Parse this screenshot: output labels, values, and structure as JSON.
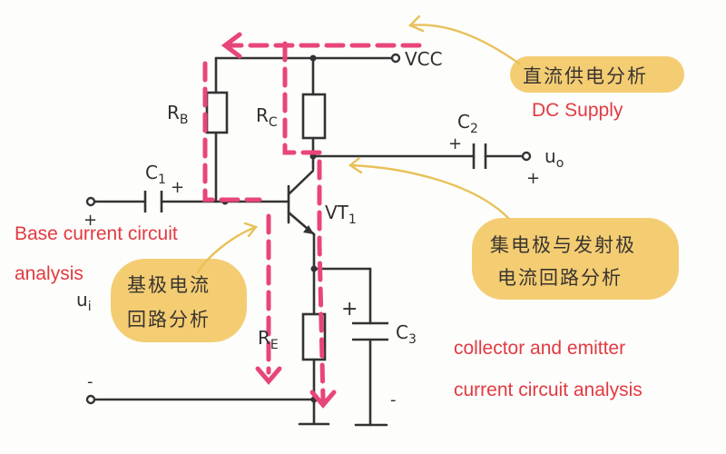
{
  "diagram": {
    "components": {
      "vcc": "VCC",
      "rb": "R",
      "rb_sub": "B",
      "rc": "R",
      "rc_sub": "C",
      "re": "R",
      "re_sub": "E",
      "c1": "C",
      "c1_sub": "1",
      "c2": "C",
      "c2_sub": "2",
      "c3": "C",
      "c3_sub": "3",
      "vt1": "VT",
      "vt1_sub": "1",
      "ui": "u",
      "ui_sub": "i",
      "uo": "u",
      "uo_sub": "o"
    },
    "signs": {
      "c1_plus": "+",
      "c2_plus": "+",
      "c3_plus": "+",
      "input_plus": "+",
      "output_plus": "+",
      "input_minus": "-",
      "ground_minus": "-"
    },
    "annotations": {
      "dc_supply_cn": "直流供电分析",
      "dc_supply_en": "DC Supply",
      "base_cn_line1": "基极电流",
      "base_cn_line2": "回路分析",
      "base_en_line1": "Base current circuit",
      "base_en_line2": "analysis",
      "ce_cn_line1": "集电极与发射极",
      "ce_cn_line2": "电流回路分析",
      "ce_en_line1": "collector and emitter",
      "ce_en_line2": "current circuit analysis"
    },
    "colors": {
      "wire": "#333333",
      "current_path": "#e8457a",
      "highlight": "#f2c45a",
      "callout_arrow": "#e8c15a",
      "english_text": "#e23a42"
    }
  }
}
